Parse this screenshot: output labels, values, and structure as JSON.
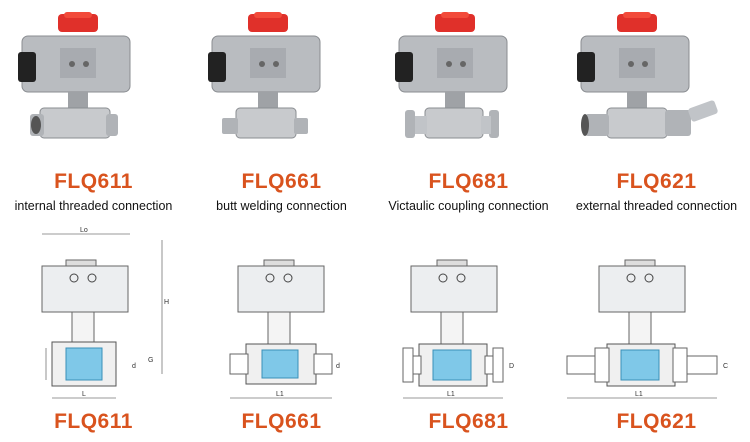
{
  "products": [
    {
      "model": "FLQ611",
      "connection": "internal threaded connection",
      "dim_labels": [
        "Lo",
        "H",
        "d",
        "G",
        "L"
      ]
    },
    {
      "model": "FLQ661",
      "connection": "butt welding connection",
      "dim_labels": [
        "d",
        "L1"
      ]
    },
    {
      "model": "FLQ681",
      "connection": "Victaulic coupling connection",
      "dim_labels": [
        "D",
        "L1"
      ]
    },
    {
      "model": "FLQ621",
      "connection": "external threaded connection",
      "dim_labels": [
        "C",
        "L1"
      ]
    }
  ],
  "colors": {
    "model_text": "#d9531e",
    "actuator_knob": "#e0302a",
    "actuator_body": "#b9bcc0",
    "valve_steel": "#c8cacd",
    "water": "#7fc8e8"
  },
  "icons": [
    "pneumatic-actuator-icon",
    "ball-valve-icon"
  ]
}
